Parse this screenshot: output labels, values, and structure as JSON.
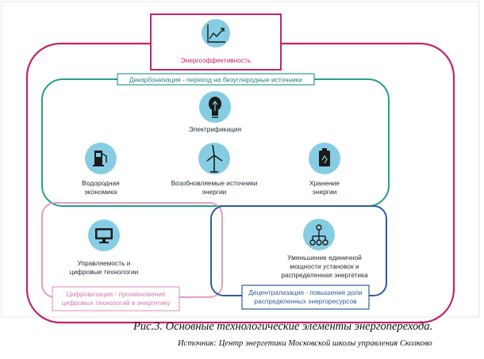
{
  "colors": {
    "magenta": "#c2246c",
    "teal": "#2a9d8f",
    "pink": "#e49ac6",
    "navy": "#2c5d9c",
    "circle": "#86cde3",
    "icon": "#1b1b1b"
  },
  "diagram": {
    "energy_efficiency": {
      "label": "Энергоэффективность",
      "icon": "trend-chart-icon"
    },
    "decarbonization": {
      "label": "Декарбонизация - переход на безуглеродные источники",
      "electrification": {
        "label": "Электрификация",
        "icon": "light-bulb-icon"
      },
      "hydrogen": {
        "line1": "Водородная",
        "line2": "экономика",
        "icon": "hydrogen-station-icon"
      },
      "renewables": {
        "line1": "Возобновляемые источники",
        "line2": "энергии",
        "icon": "wind-turbine-icon"
      },
      "storage": {
        "line1": "Хранение",
        "line2": "энергии",
        "icon": "battery-icon"
      }
    },
    "digitalization": {
      "label_line1": "Цифровизация - проникновение",
      "label_line2": "цифровых технологий в энергетику",
      "item": {
        "line1": "Управляемость и",
        "line2": "цифровые технологии",
        "icon": "monitor-icon"
      }
    },
    "decentralization": {
      "label_line1": "Децентрализация - повышение доли",
      "label_line2": "распределенных энергоресурсов",
      "item": {
        "line1": "Уменьшение единичной",
        "line2": "мощности установок и",
        "line3": "распределенная энергетика",
        "icon": "network-nodes-icon"
      }
    }
  },
  "caption": {
    "title": "Рис.3. Основные технологические элементы энергоперехода.",
    "source": "Источник: Центр энергетики Московской школы управления Сколково"
  }
}
